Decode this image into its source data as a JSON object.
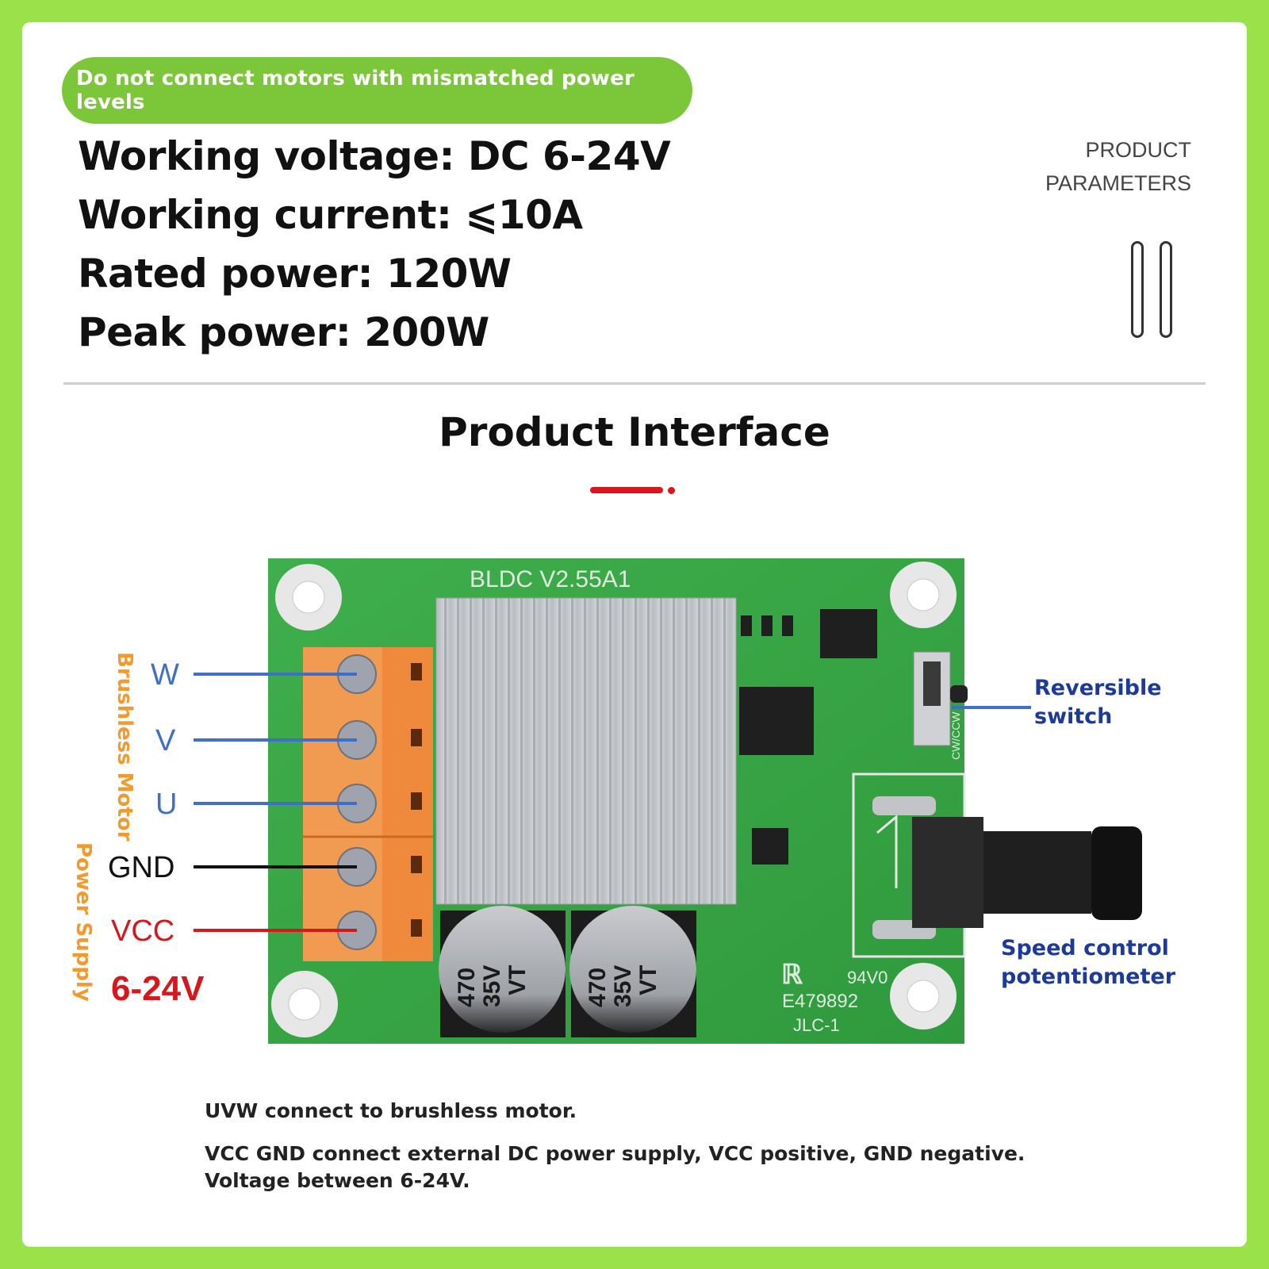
{
  "warning": "Do not connect motors with mismatched power levels",
  "specs": {
    "voltage": "Working voltage: DC 6-24V",
    "current": "Working current: ⩽10A",
    "rated": "Rated power: 120W",
    "peak": "Peak power: 200W"
  },
  "side_heading": {
    "line1": "PRODUCT",
    "line2": "PARAMETERS"
  },
  "section_title": "Product Interface",
  "board": {
    "model": "BLDC  V2.55A1",
    "cap_value": "470",
    "cap_voltage": "35V",
    "cap_series": "VT",
    "cert_rating": "94V0",
    "cert_number": "E479892",
    "maker": "JLC-1",
    "switch_mark": "CW/CCW"
  },
  "pins": {
    "w": "W",
    "v": "V",
    "u": "U",
    "gnd": "GND",
    "vcc": "VCC",
    "voltage_range": "6-24V"
  },
  "groups": {
    "motor": "Brushless Motor",
    "power": "Power Supply"
  },
  "callouts": {
    "switch_line1": "Reversible",
    "switch_line2": "switch",
    "pot_line1": "Speed control",
    "pot_line2": "potentiometer"
  },
  "notes": {
    "uvw": "UVW connect to brushless motor.",
    "vcc_line1": "VCC GND connect external DC power supply, VCC positive, GND negative.",
    "vcc_line2": "Voltage between 6-24V."
  },
  "colors": {
    "background": "#9be24a",
    "warning_pill": "#7cc63a",
    "accent_red": "#d8161b",
    "pin_blue": "#3f6fc9",
    "group_orange": "#f29a2e",
    "callout_navy": "#1b3a9a"
  }
}
